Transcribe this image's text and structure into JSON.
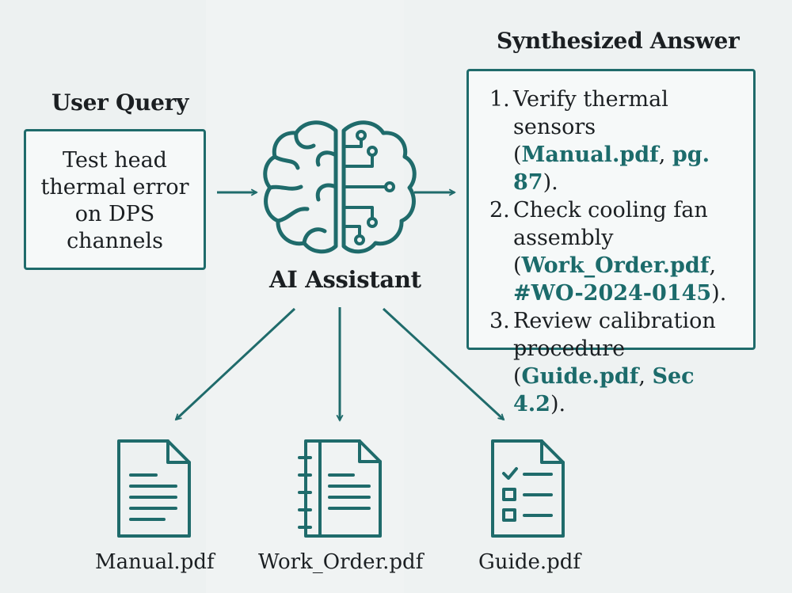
{
  "user_query": {
    "heading": "User Query",
    "lines": [
      "Test head",
      "thermal error",
      "on DPS",
      "channels"
    ]
  },
  "assistant": {
    "label": "AI Assistant"
  },
  "answer": {
    "heading": "Synthesized Answer",
    "items": [
      {
        "num": "1.",
        "lines": [
          "Verify thermal sensors"
        ],
        "cite_open": "(",
        "cite_a": "Manual.pdf",
        "cite_sep": ", ",
        "cite_b": "pg. 87",
        "cite_close": ")."
      },
      {
        "num": "2.",
        "lines": [
          "Check cooling fan",
          "assembly"
        ],
        "cite_open": "(",
        "cite_a": "Work_Order.pdf",
        "cite_sep": ",",
        "cite_b": "#WO-2024-0145",
        "cite_close": ")."
      },
      {
        "num": "3.",
        "lines": [
          "Review calibration",
          "procedure"
        ],
        "cite_open": "(",
        "cite_a": "Guide.pdf",
        "cite_sep": ", ",
        "cite_b": "Sec 4.2",
        "cite_close": ")."
      }
    ]
  },
  "documents": [
    {
      "label": "Manual.pdf",
      "icon": "document-lines-icon"
    },
    {
      "label": "Work_Order.pdf",
      "icon": "notebook-icon"
    },
    {
      "label": "Guide.pdf",
      "icon": "checklist-icon"
    }
  ],
  "colors": {
    "accent": "#1f6b6b",
    "citation": "#1c6b6b",
    "background": "#eef2f2"
  }
}
